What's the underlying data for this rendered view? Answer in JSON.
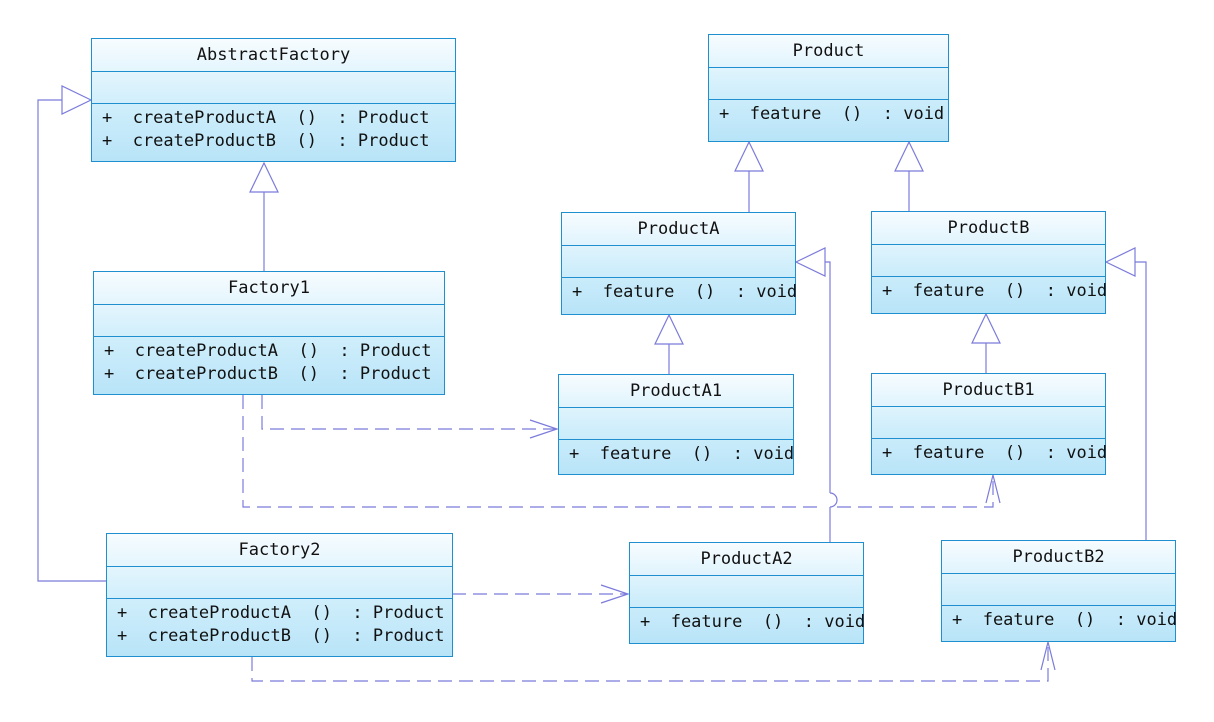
{
  "diagram": {
    "colors": {
      "border": "#1f8fd0",
      "fill_top": "#f7fcff",
      "fill_bottom": "#b8e4f8",
      "connector": "#7b7bdb"
    },
    "classes": {
      "abstract_factory": {
        "name": "AbstractFactory",
        "operations": [
          "+  createProductA  ()  : Product",
          "+  createProductB  ()  : Product"
        ]
      },
      "factory1": {
        "name": "Factory1",
        "operations": [
          "+  createProductA  ()  : Product",
          "+  createProductB  ()  : Product"
        ]
      },
      "factory2": {
        "name": "Factory2",
        "operations": [
          "+  createProductA  ()  : Product",
          "+  createProductB  ()  : Product"
        ]
      },
      "product": {
        "name": "Product",
        "operations": [
          "+  feature  ()  : void"
        ]
      },
      "product_a": {
        "name": "ProductA",
        "operations": [
          "+  feature  ()  : void"
        ]
      },
      "product_b": {
        "name": "ProductB",
        "operations": [
          "+  feature  ()  : void"
        ]
      },
      "product_a1": {
        "name": "ProductA1",
        "operations": [
          "+  feature  ()  : void"
        ]
      },
      "product_b1": {
        "name": "ProductB1",
        "operations": [
          "+  feature  ()  : void"
        ]
      },
      "product_a2": {
        "name": "ProductA2",
        "operations": [
          "+  feature  ()  : void"
        ]
      },
      "product_b2": {
        "name": "ProductB2",
        "operations": [
          "+  feature  ()  : void"
        ]
      }
    },
    "relationships": {
      "generalizations": [
        {
          "child": "Factory1",
          "parent": "AbstractFactory"
        },
        {
          "child": "Factory2",
          "parent": "AbstractFactory"
        },
        {
          "child": "ProductA",
          "parent": "Product"
        },
        {
          "child": "ProductB",
          "parent": "Product"
        },
        {
          "child": "ProductA1",
          "parent": "ProductA"
        },
        {
          "child": "ProductA2",
          "parent": "ProductA"
        },
        {
          "child": "ProductB1",
          "parent": "ProductB"
        },
        {
          "child": "ProductB2",
          "parent": "ProductB"
        }
      ],
      "dependencies": [
        {
          "from": "Factory1",
          "to": "ProductA1"
        },
        {
          "from": "Factory1",
          "to": "ProductB1"
        },
        {
          "from": "Factory2",
          "to": "ProductA2"
        },
        {
          "from": "Factory2",
          "to": "ProductB2"
        }
      ]
    }
  }
}
